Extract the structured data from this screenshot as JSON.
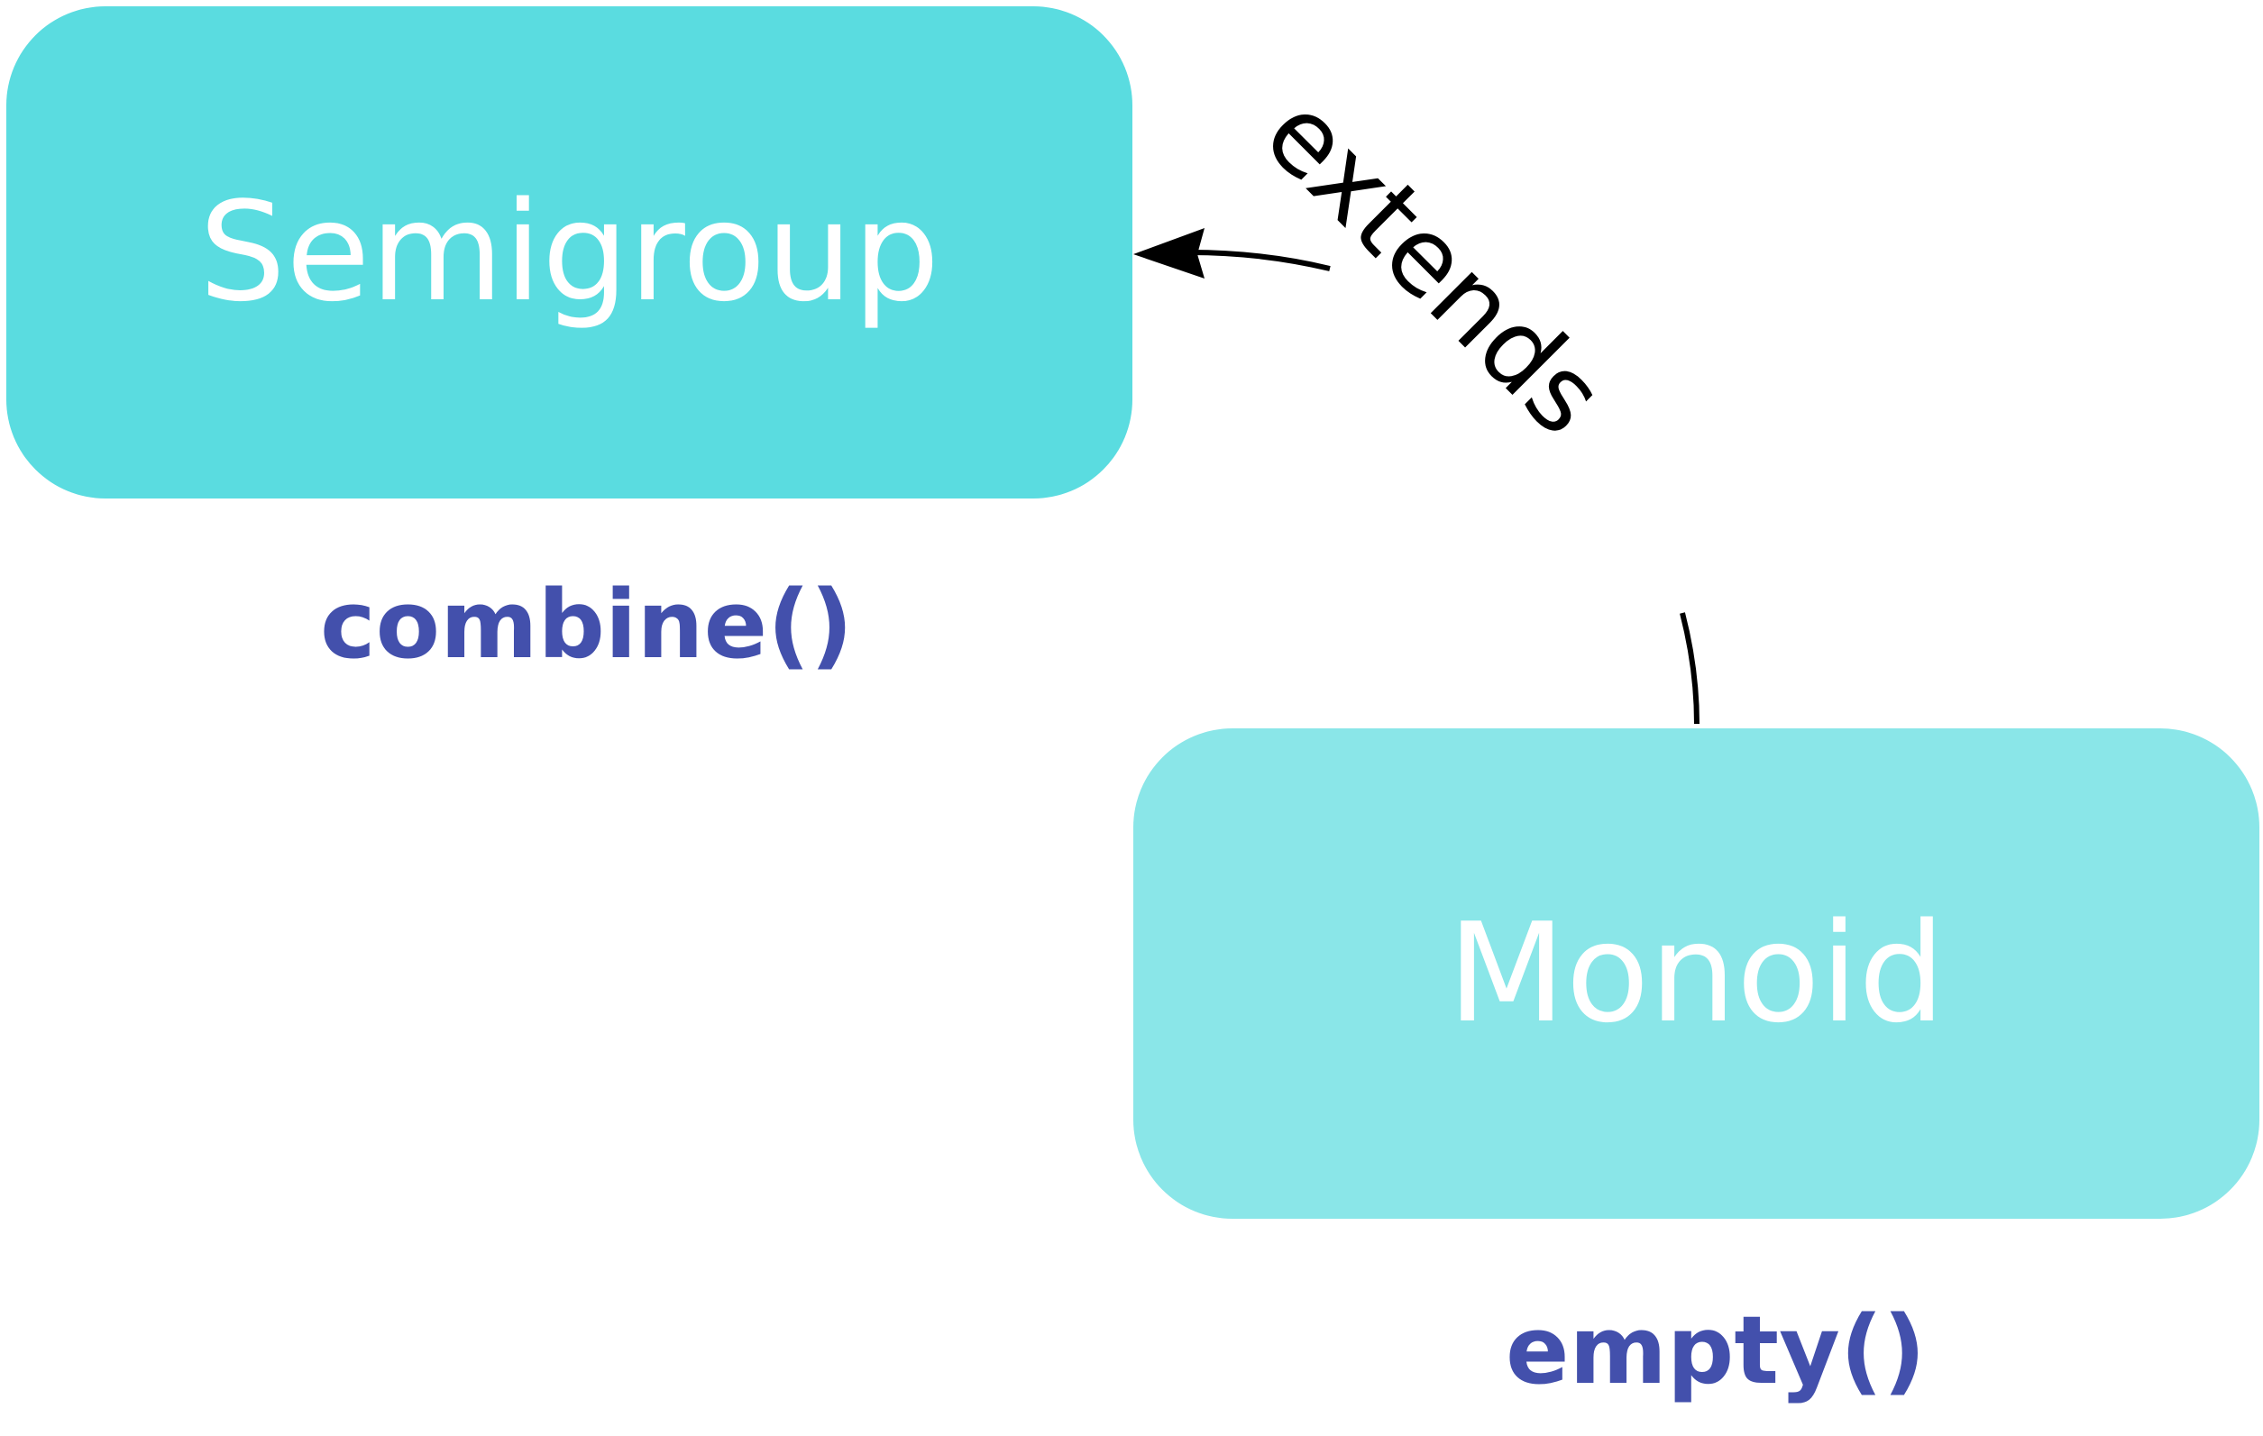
{
  "nodes": {
    "semigroup": {
      "label": "Semigroup",
      "color": "#5ADCE0"
    },
    "monoid": {
      "label": "Monoid",
      "color": "#8AE6E8"
    }
  },
  "methods": {
    "semigroup": "combine()",
    "monoid": "empty()"
  },
  "edge": {
    "label": "extends",
    "from": "Monoid",
    "to": "Semigroup"
  },
  "colors": {
    "method_text": "#4350AC",
    "edge_line": "#000000"
  }
}
